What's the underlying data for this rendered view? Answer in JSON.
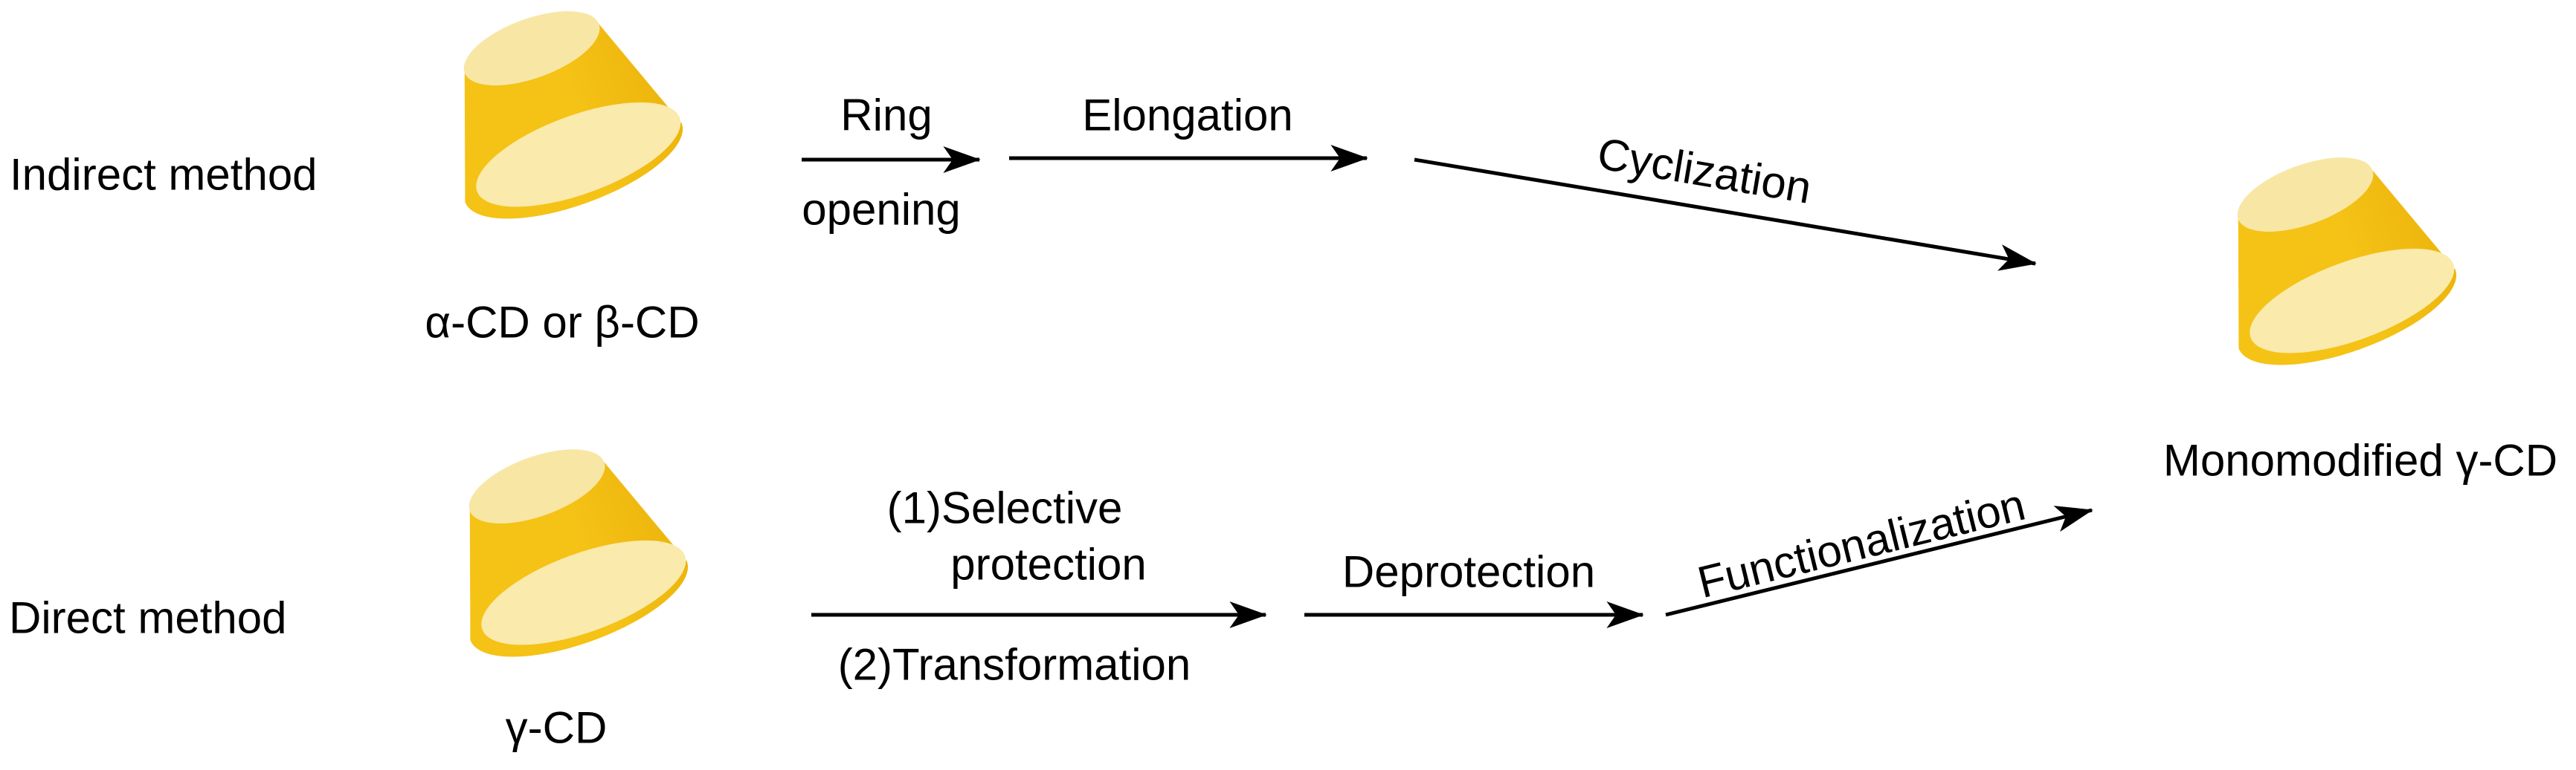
{
  "indirect": {
    "method_label": "Indirect method",
    "reactant": "α-CD or β-CD",
    "step1_above": "Ring",
    "step1_below": "opening",
    "step2_above": "Elongation",
    "step3_along": "Cyclization"
  },
  "direct": {
    "method_label": "Direct method",
    "reactant": "γ-CD",
    "step1_above_line1": "(1)Selective",
    "step1_above_line2": "protection",
    "step1_below": "(2)Transformation",
    "step2_above": "Deprotection",
    "step3_along": "Functionalization"
  },
  "product": {
    "label": "Monomodified γ-CD"
  },
  "colors": {
    "line": "#000000",
    "cone_gold": "#F5C216",
    "cone_gold_dark": "#EDB50C",
    "cone_cream_top": "#F8E7A4",
    "cone_cream_bottom": "#FAEAAC"
  }
}
